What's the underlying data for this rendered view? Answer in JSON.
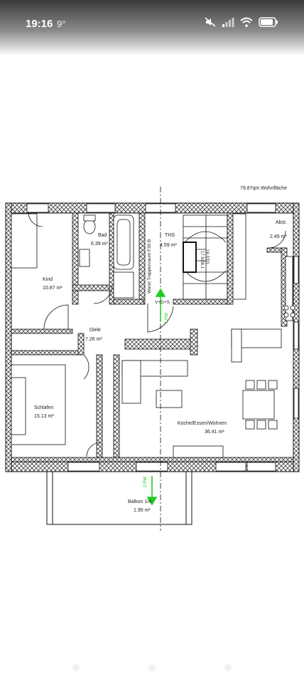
{
  "status_bar": {
    "time": "19:16",
    "temperature": "9°",
    "icons": [
      "mute-icon",
      "signal-icon",
      "wifi-icon",
      "battery-icon"
    ]
  },
  "floor_plan": {
    "total_area": "79,87qm Wohnfläche",
    "rooms": {
      "bad_name": "Bad",
      "bad_area": "6.39 m²",
      "ths_name": "THS",
      "ths_area": "4.59 m²",
      "abst_name": "Abst.",
      "abst_area": "2.49 m²",
      "kind_name": "Kind",
      "kind_area": "10.87 m²",
      "diele_name": "Diele",
      "diele_area": "7.26 m²",
      "schlafen_name": "Schlafen",
      "schlafen_area": "15.13 m²",
      "kueche_name": "Küche/Essen/Wohnen",
      "kueche_area": "36.41 m²",
      "balkon_name": "Balkon 1/4",
      "balkon_area": "1.90 m²"
    },
    "labels": {
      "wall_label": "Wand Treppenraum F30 B",
      "stair_steps": "16 STG",
      "stair_dims": "17.5/26.1",
      "vds": "V+D+S",
      "rw1": "1.RW",
      "rw2": "2.RW"
    },
    "colors": {
      "wall": "#111111",
      "hatch": "#444444",
      "escape_route": "#22cc22"
    }
  }
}
